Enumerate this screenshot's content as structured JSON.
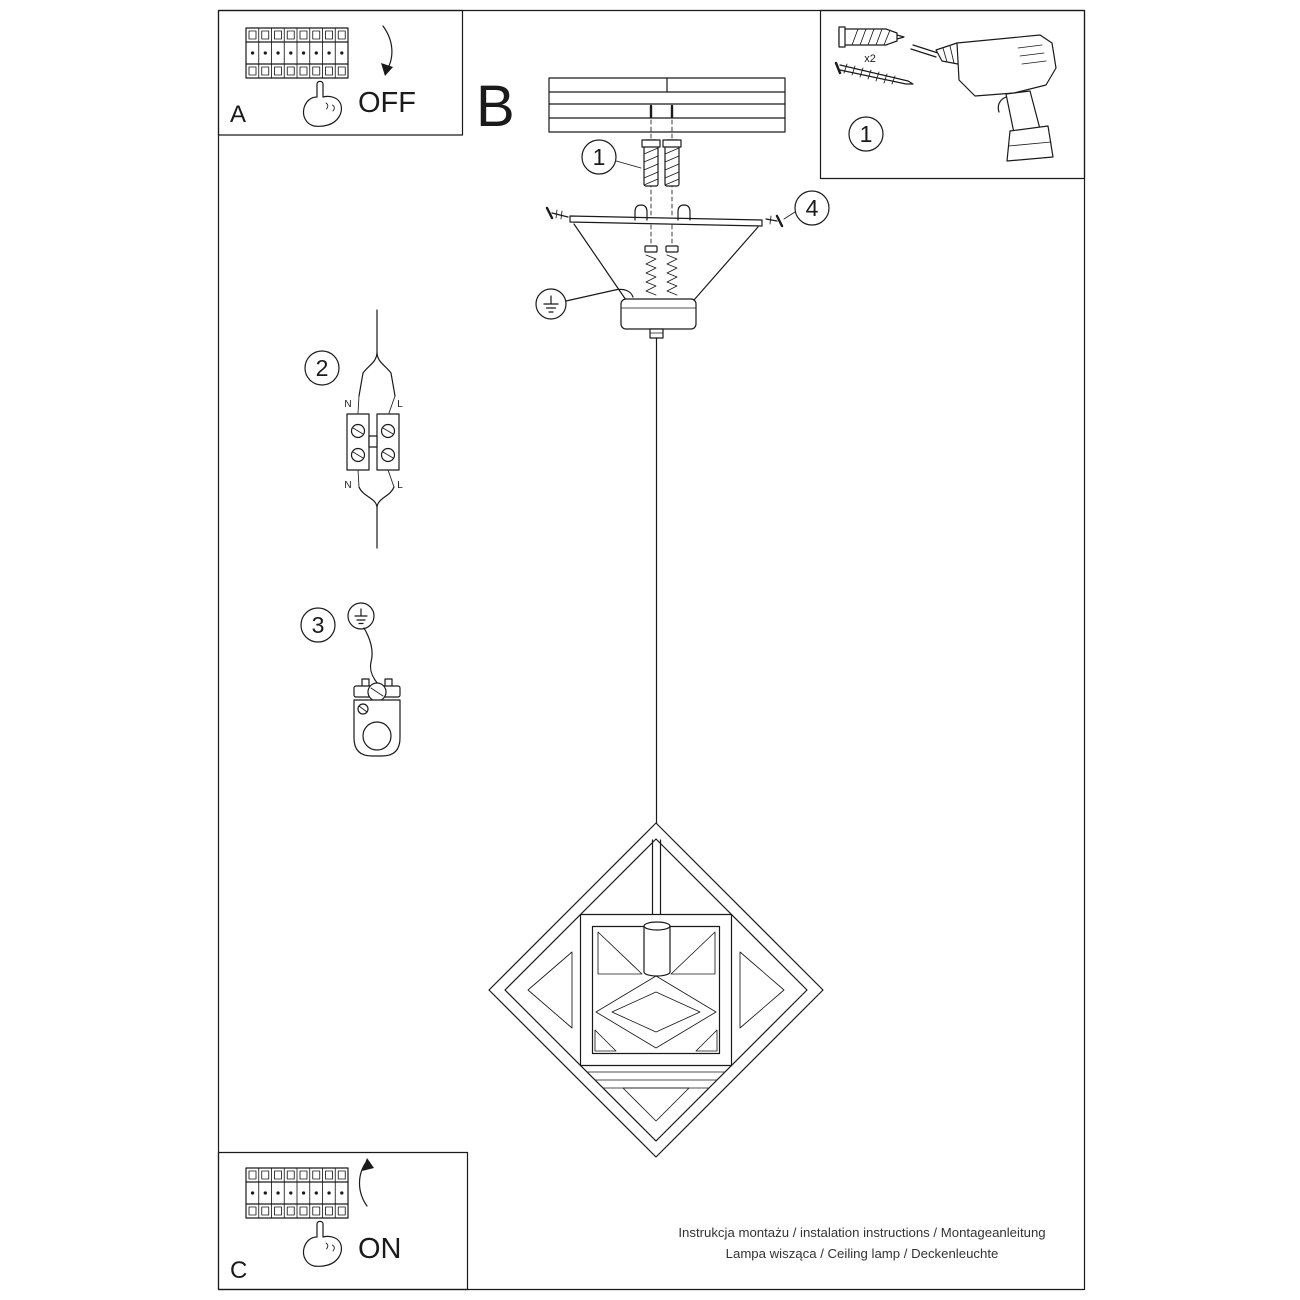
{
  "footer": {
    "line1": "Instrukcja montażu / instalation instructions / Montageanleitung",
    "line2": "Lampa wisząca / Ceiling lamp / Deckenleuchte"
  },
  "panel_a": {
    "letter": "A",
    "switch_state": "OFF"
  },
  "panel_b": {
    "letter": "B"
  },
  "panel_c": {
    "letter": "C",
    "switch_state": "ON"
  },
  "callouts": {
    "anchors": "1",
    "wiring": "2",
    "ground": "3",
    "screws": "4",
    "tools": "1"
  },
  "toolbox": {
    "dowel_qty": "x2"
  },
  "wiring_labels": {
    "n_top": "N",
    "l_top": "L",
    "n_bottom": "N",
    "l_bottom": "L"
  }
}
